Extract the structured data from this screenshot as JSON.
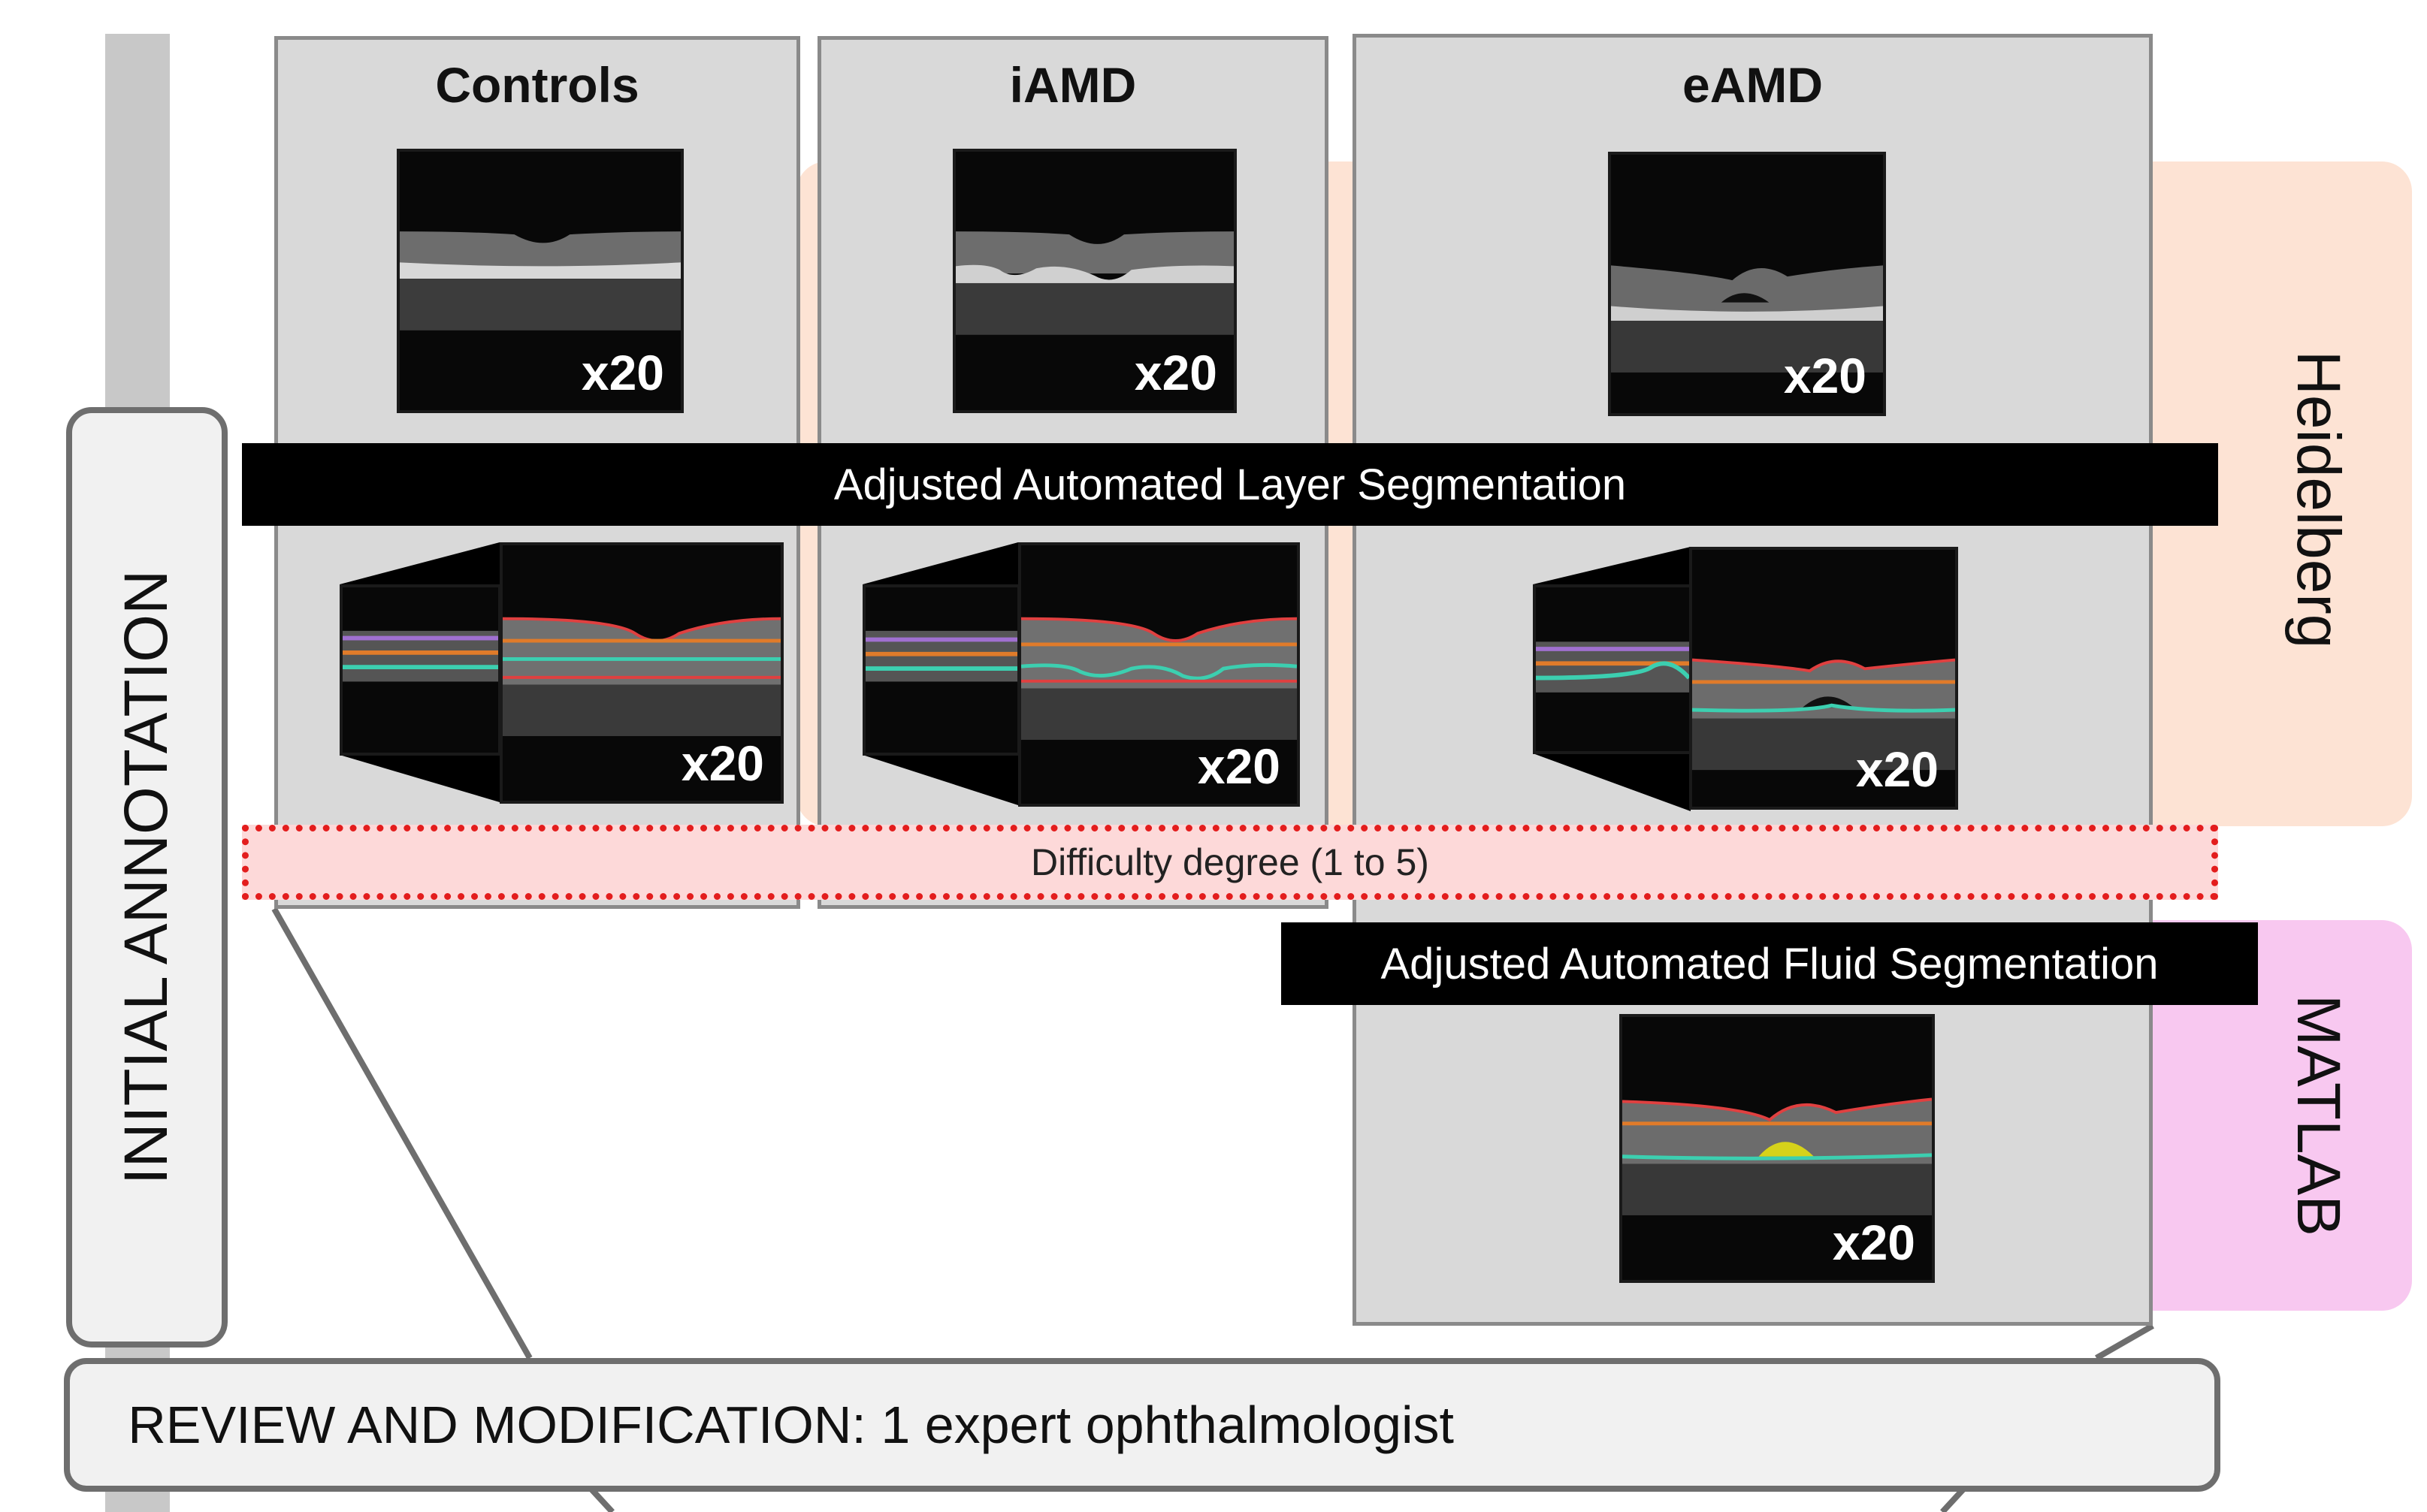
{
  "columns": [
    {
      "title": "Controls",
      "magnification": "x20",
      "seg_magnification": "x20"
    },
    {
      "title": "iAMD",
      "magnification": "x20",
      "seg_magnification": "x20"
    },
    {
      "title": "eAMD",
      "magnification": "x20",
      "seg_magnification": "x20"
    }
  ],
  "layer_segmentation_label": "Adjusted Automated Layer Segmentation",
  "difficulty_label": "Difficulty degree (1 to 5)",
  "fluid_segmentation_label": "Adjusted Automated Fluid Segmentation",
  "fluid_magnification": "x20",
  "initial_annotation_label": "INITIAL ANNOTATION",
  "review_label": "REVIEW AND MODIFICATION: 1 expert ophthalmologist",
  "devices": {
    "heidelberg": "Heidelberg",
    "matlab": "MATLAB"
  },
  "colors": {
    "heidelberg_tint": "#fde3d4",
    "matlab_tint": "#f8c8f0",
    "panel": "#d9d9d9",
    "difficulty_border": "#e31d1d",
    "difficulty_fill": "#fdd9d9",
    "fluid": "#d6d21a"
  }
}
